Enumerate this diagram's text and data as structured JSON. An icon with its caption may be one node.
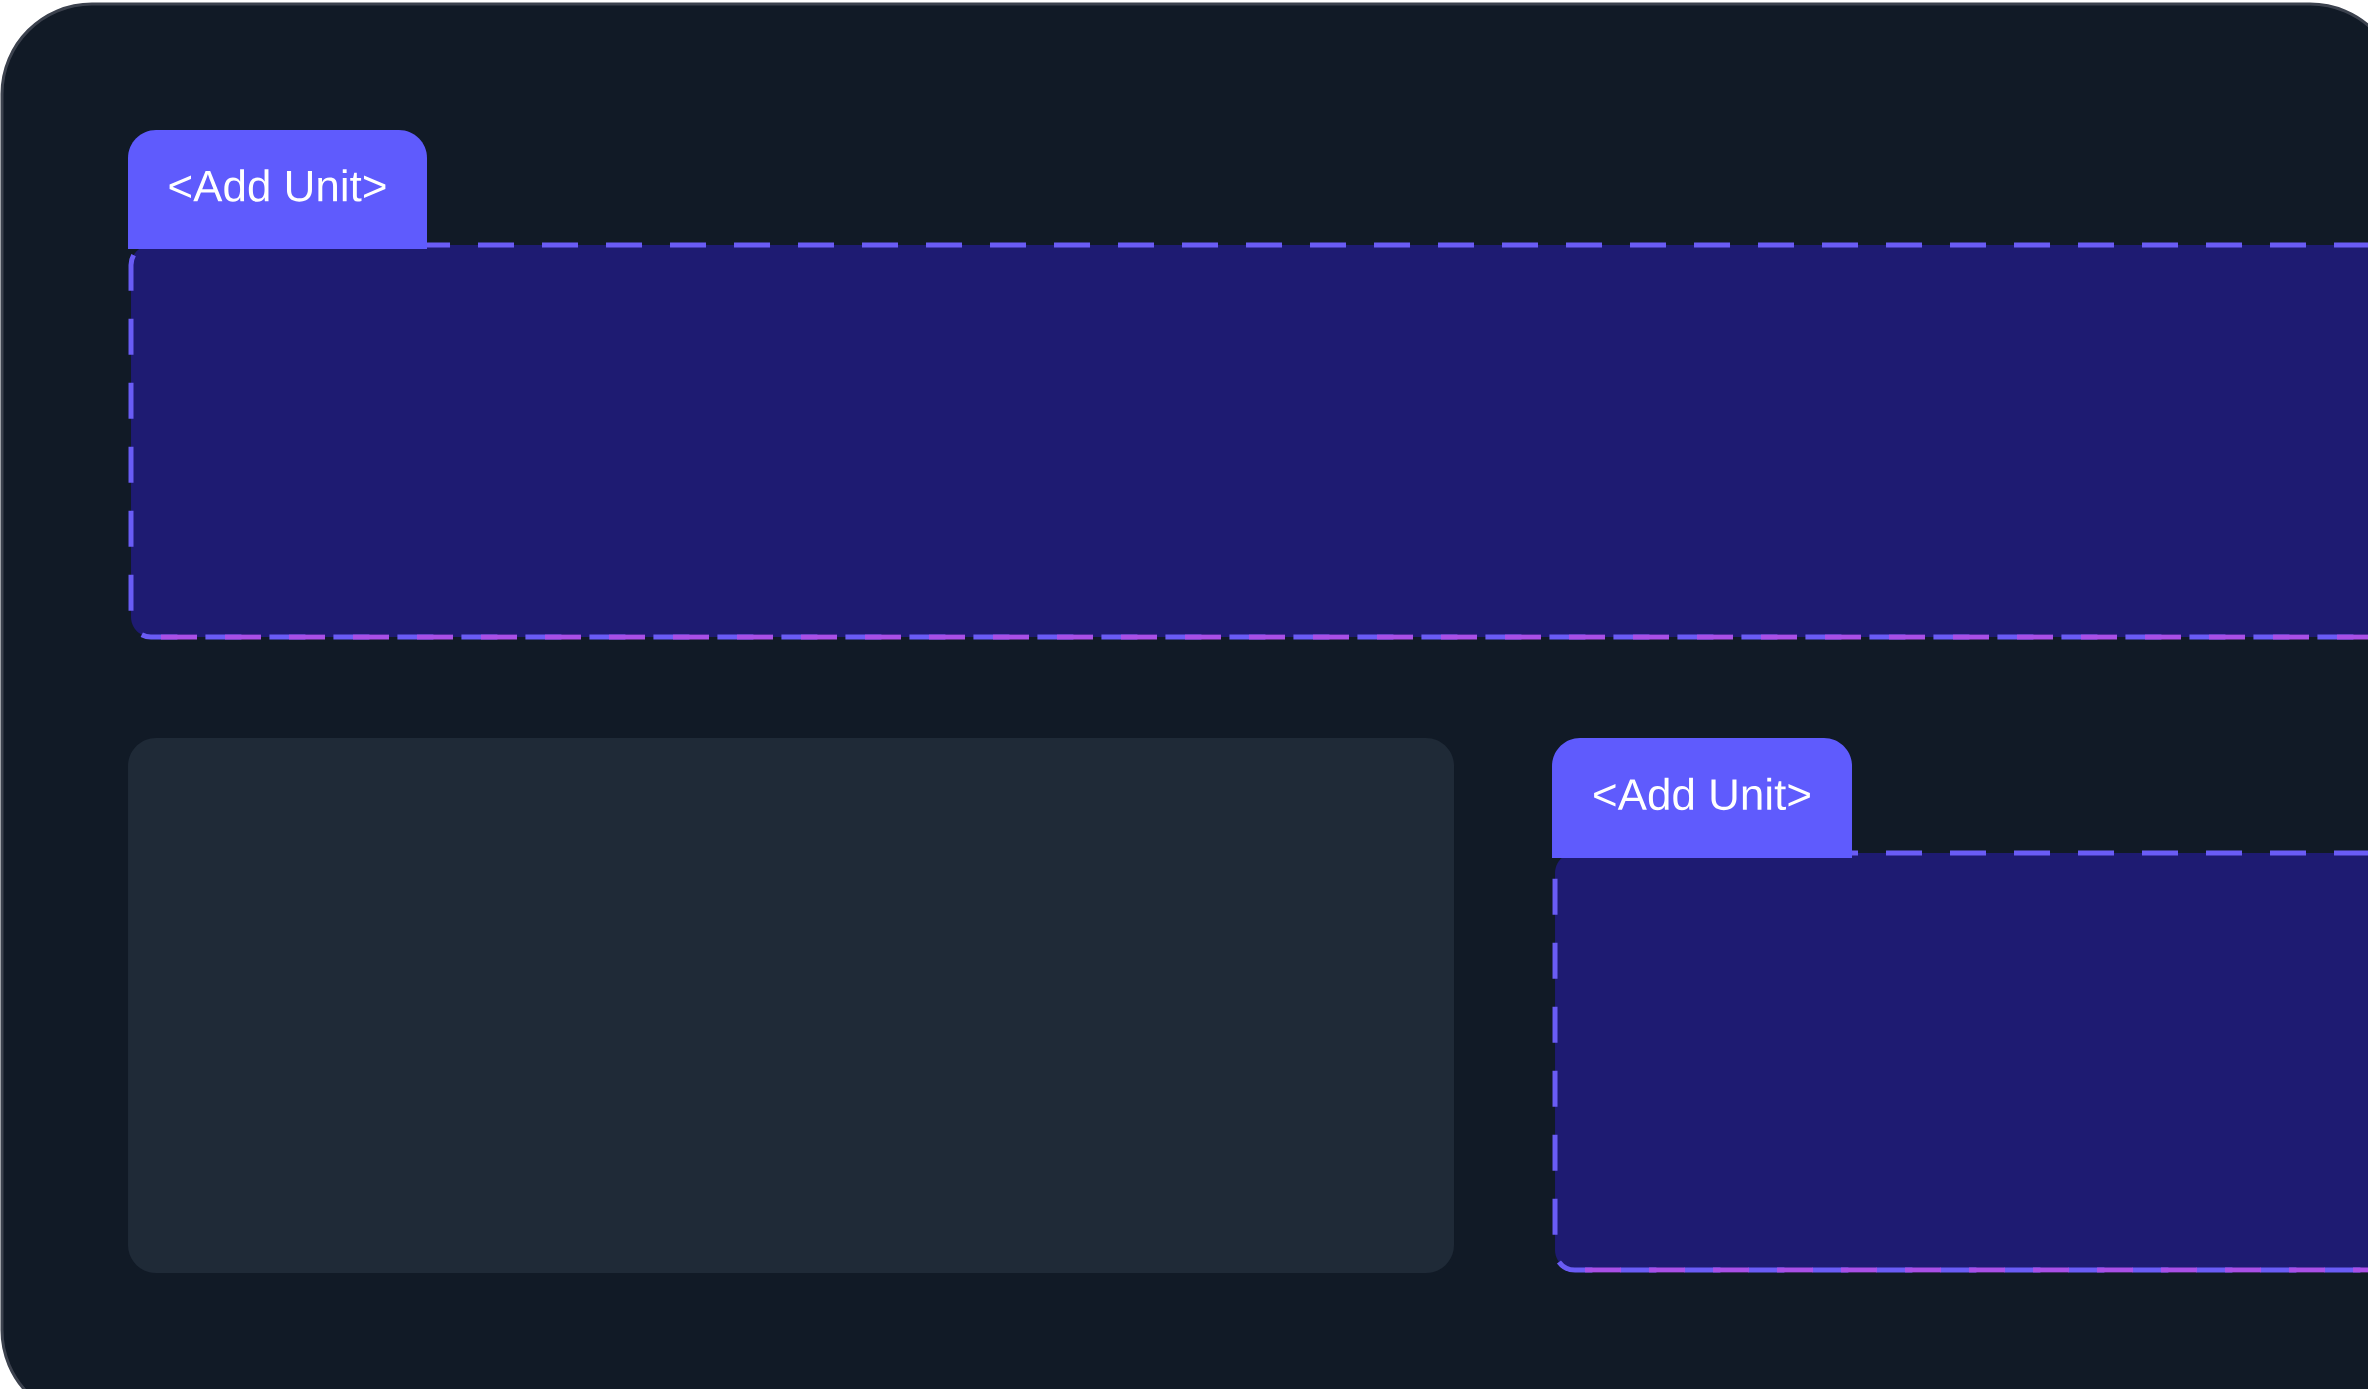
{
  "diagram": {
    "nodes": [
      {
        "text": [
          "<Add Unit>"
        ]
      },
      {
        "text": [],
        "shape": "box"
      },
      {
        "text": [
          "<Add Unit>"
        ]
      }
    ]
  }
}
